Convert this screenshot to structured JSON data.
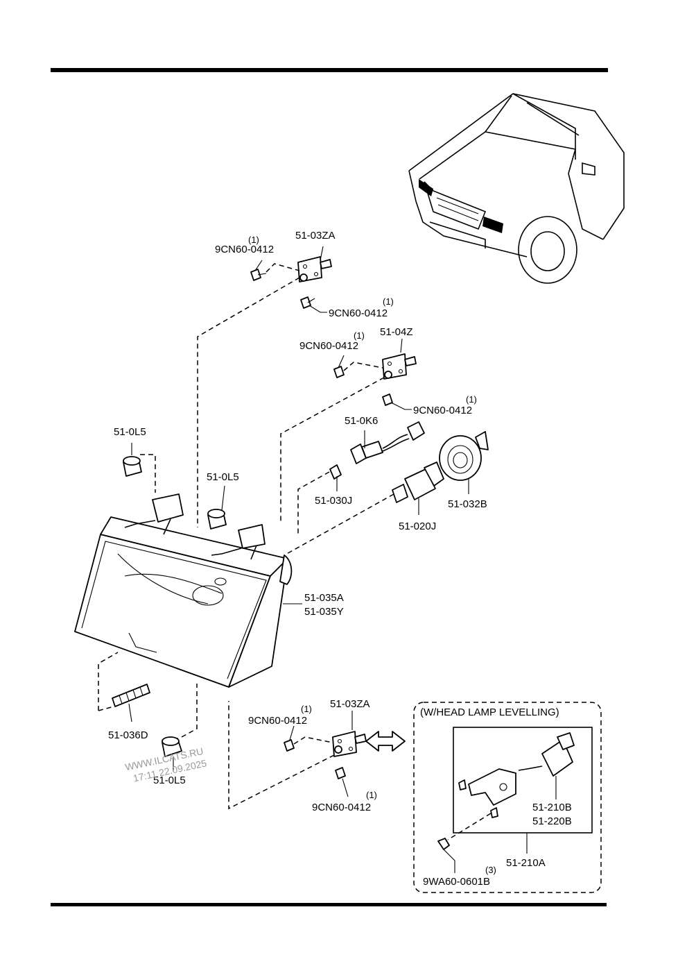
{
  "callouts": {
    "bracket_top": "51-03ZA",
    "bracket_mid": "51-04Z",
    "bracket_low": "51-03ZA",
    "bolt_1": "9CN60-0412",
    "bolt_2": "9CN60-0412",
    "bolt_3": "9CN60-0412",
    "bolt_4": "9CN60-0412",
    "bolt_5": "9CN60-0412",
    "bolt_6": "9CN60-0412",
    "socket_wire": "51-0K6",
    "bulb_small": "51-030J",
    "bulb_main": "51-020J",
    "cover": "51-032B",
    "housing_a": "51-035A",
    "housing_b": "51-035Y",
    "grommet_1": "51-0L5",
    "grommet_2": "51-0L5",
    "grommet_3": "51-0L5",
    "adjuster": "51-036D",
    "actuator_a": "51-210B",
    "actuator_b": "51-220B",
    "actuator_assy": "51-210A",
    "nut": "9WA60-0601B"
  },
  "quantities": {
    "bolt_1": "(1)",
    "bolt_2": "(1)",
    "bolt_3": "(1)",
    "bolt_4": "(1)",
    "bolt_5": "(1)",
    "bolt_6": "(1)",
    "nut": "(3)"
  },
  "inset": {
    "title": "(W/HEAD LAMP LEVELLING)"
  },
  "watermark": {
    "site": "WWW.ILCATS.RU",
    "stamp": "17:11 22.09.2025"
  }
}
